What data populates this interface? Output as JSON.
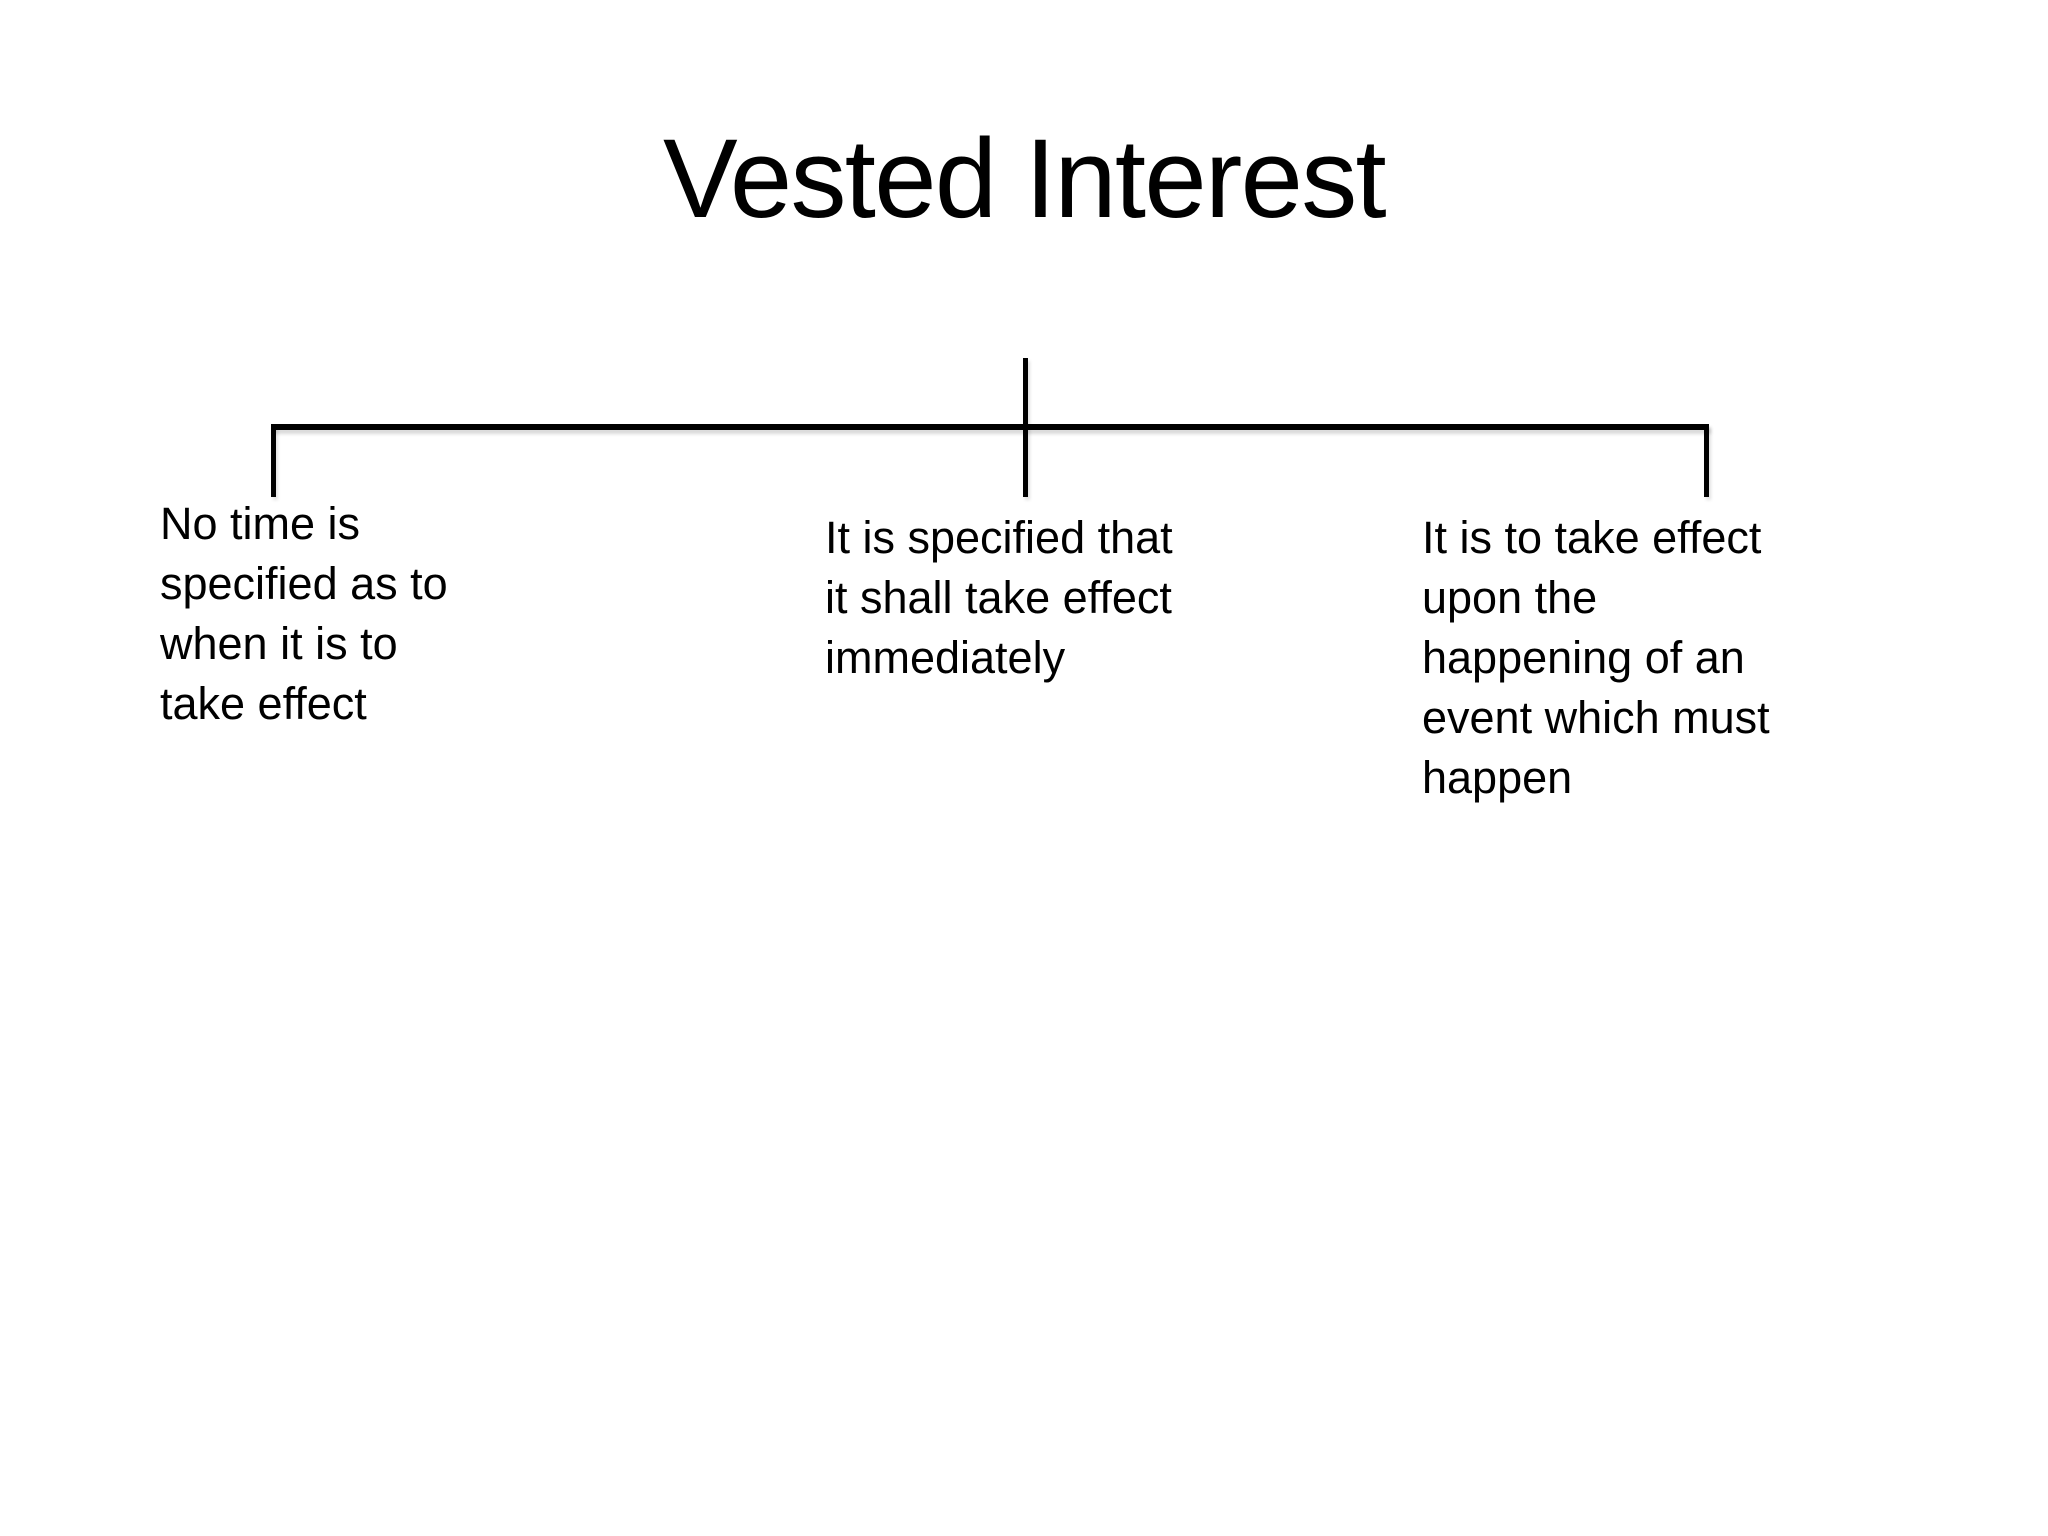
{
  "diagram": {
    "title": "Vested Interest",
    "branches": [
      {
        "id": "no-time-specified",
        "label": "No time is\nspecified as to\nwhen it is to\ntake effect"
      },
      {
        "id": "immediate-effect",
        "label": "It is specified that\nit shall take effect\nimmediately"
      },
      {
        "id": "effect-on-event",
        "label": "It is to take effect\nupon the\nhappening of an\nevent which must\nhappen"
      }
    ],
    "colors": {
      "background": "#ffffff",
      "line": "#000000",
      "text": "#000000"
    }
  }
}
